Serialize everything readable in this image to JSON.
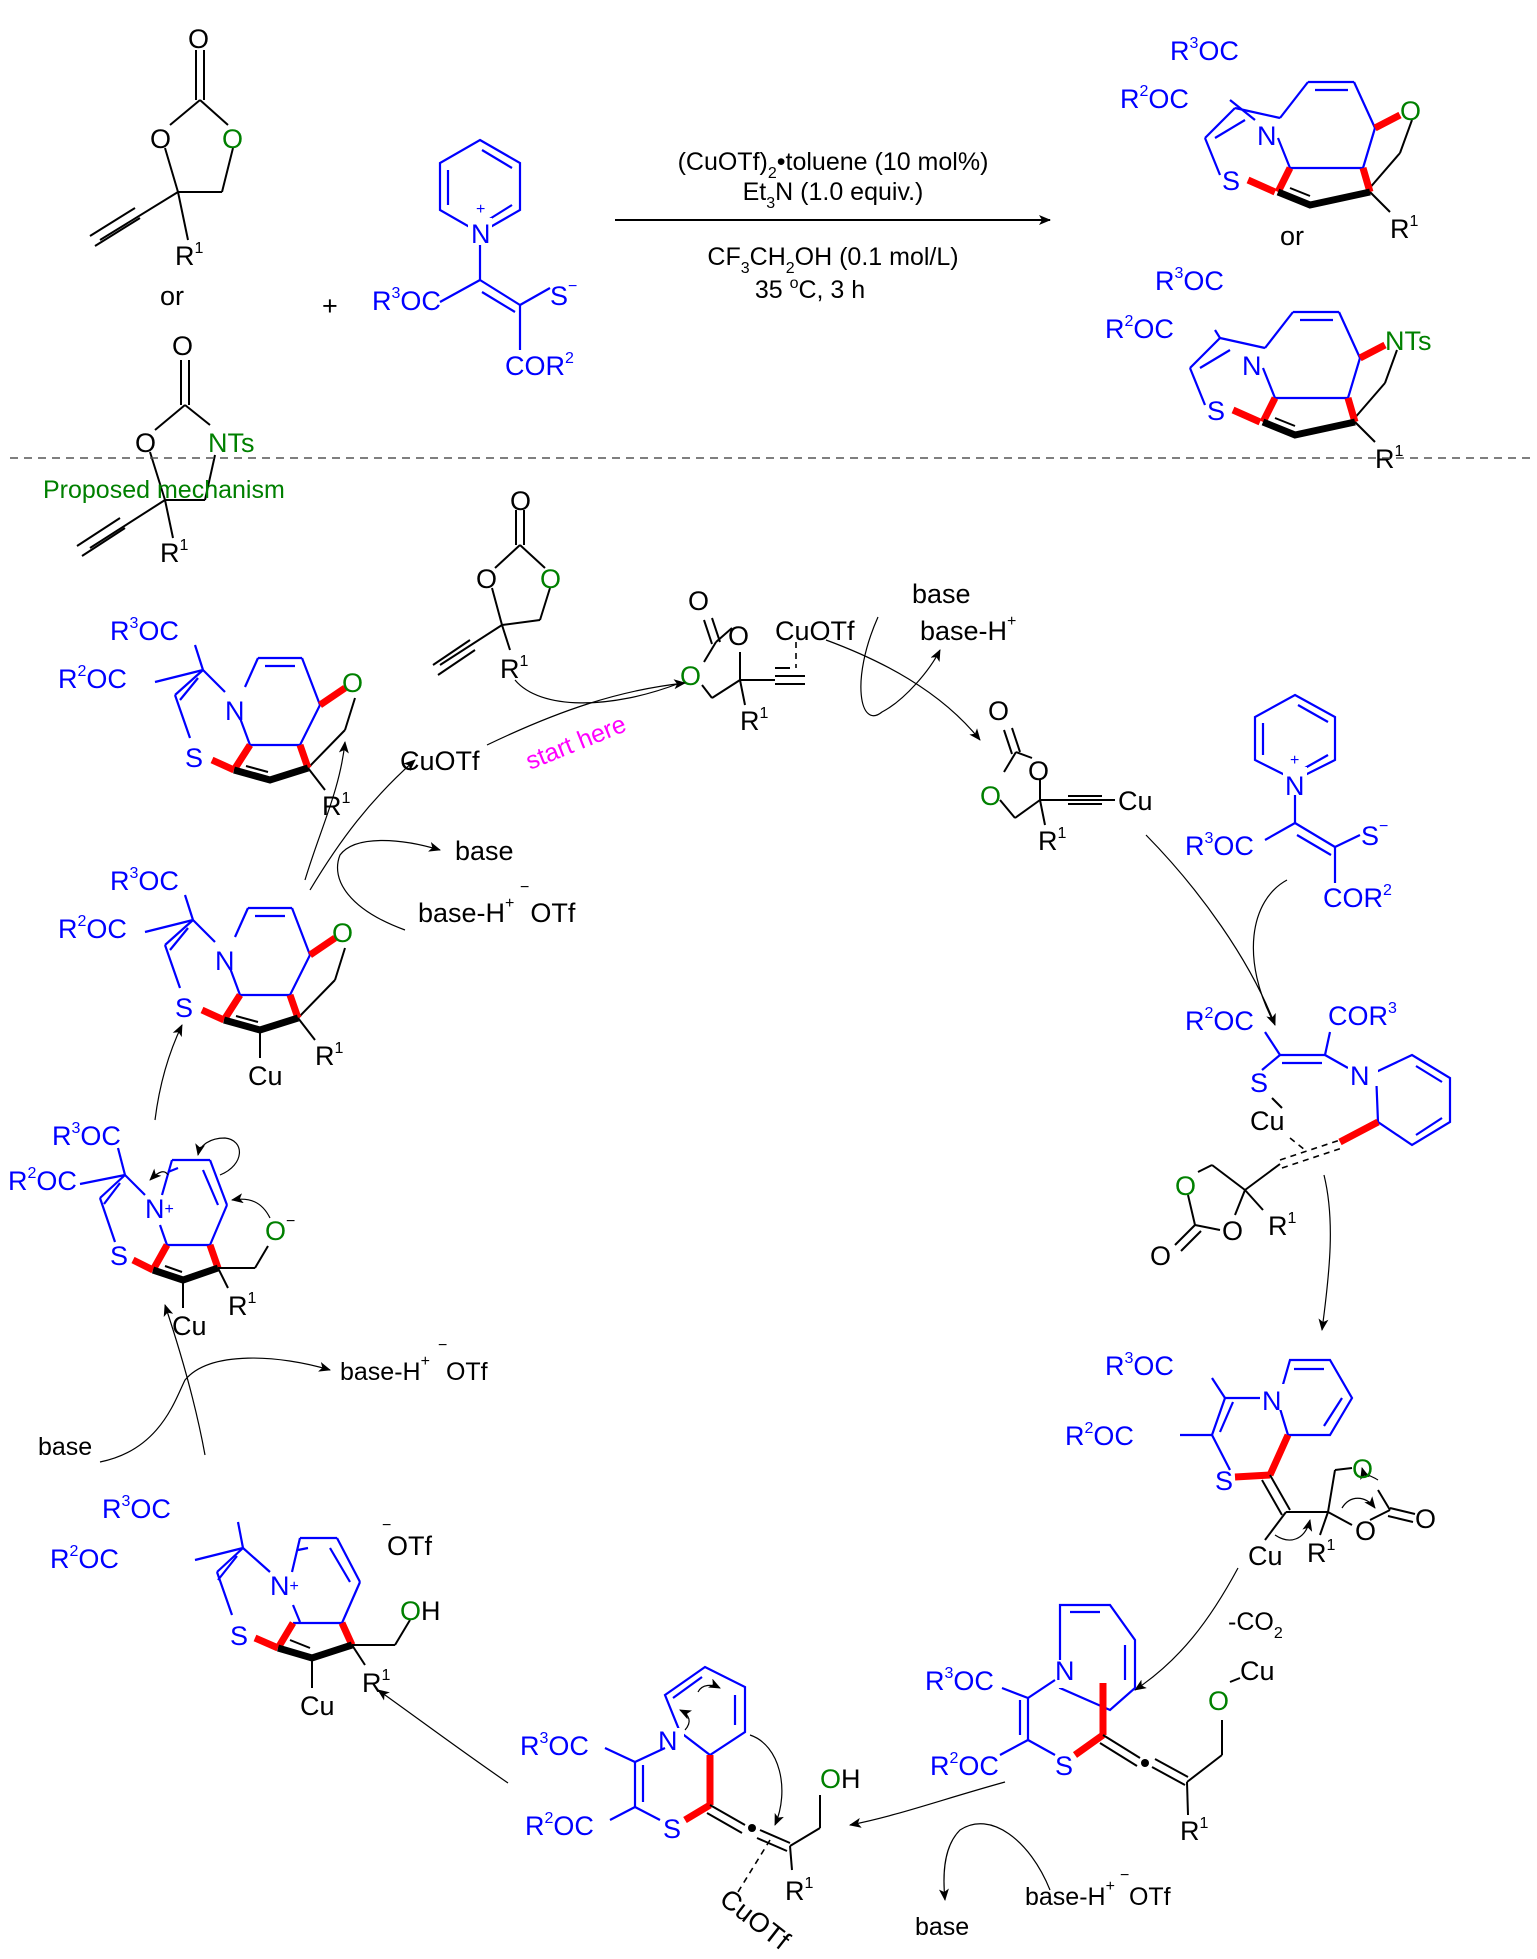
{
  "scheme": {
    "reactants": {
      "carbonate": {
        "carbonyl_o": "O",
        "ring_o1": "O",
        "ring_o2": "O",
        "substituent": "R",
        "sub_index": "1"
      },
      "or_label": "or",
      "oxazolidinone": {
        "carbonyl_o": "O",
        "ring_o": "O",
        "ring_n": "NTs",
        "substituent": "R",
        "sub_index": "1"
      },
      "plus": "+",
      "ylide": {
        "n": "N",
        "n_charge": "+",
        "s": "S",
        "s_charge": "−",
        "left_group": "R",
        "left_index": "3",
        "left_tail": "OC",
        "bottom_group": "COR",
        "bottom_index": "2"
      }
    },
    "conditions": {
      "line1_a": "(CuOTf)",
      "line1_sub": "2",
      "line1_b": "•toluene (10 mol%)",
      "line2_a": "Et",
      "line2_sub": "3",
      "line2_b": "N (1.0 equiv.)",
      "line3_a": "CF",
      "line3_sub1": "3",
      "line3_b": "CH",
      "line3_sub2": "2",
      "line3_c": "OH (0.1 mol/L)",
      "line4_a": "35 ",
      "line4_sup": "o",
      "line4_b": "C, 3 h"
    },
    "products": {
      "or_label": "or",
      "product_o": {
        "r3": "R",
        "r3i": "3",
        "r3t": "OC",
        "r2": "R",
        "r2i": "2",
        "r2t": "OC",
        "n": "N",
        "s": "S",
        "o": "O",
        "r1": "R",
        "r1i": "1"
      },
      "product_n": {
        "r3": "R",
        "r3i": "3",
        "r3t": "OC",
        "r2": "R",
        "r2i": "2",
        "r2t": "OC",
        "n": "N",
        "s": "S",
        "nts": "NTs",
        "r1": "R",
        "r1i": "1"
      }
    }
  },
  "mechanism": {
    "title": "Proposed mechanism",
    "start_label": "start here",
    "labels": {
      "cuotf": "CuOTf",
      "base": "base",
      "base_h": "base-H",
      "plus": "+",
      "minus": "−",
      "otf": "OTf",
      "cu": "Cu",
      "co2_a": "-CO",
      "co2_sub": "2",
      "oh_o": "O",
      "oh_h": "H",
      "r": "R",
      "one": "1",
      "two": "2",
      "three": "3",
      "oc": "OC",
      "cor": "COR",
      "n": "N",
      "s": "S",
      "o": "O"
    }
  },
  "colors": {
    "black": "#000000",
    "blue": "#0000ff",
    "green": "#008000",
    "red": "#ff0000",
    "magenta": "#ff00ff"
  }
}
